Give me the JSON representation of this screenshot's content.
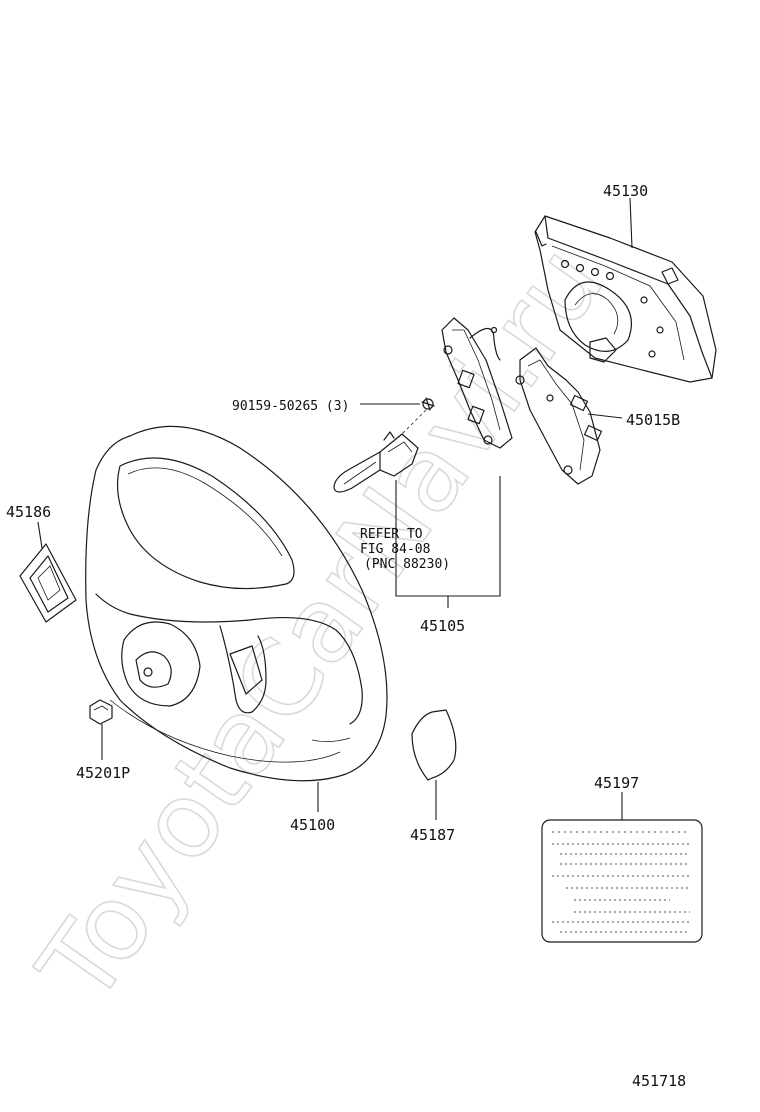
{
  "watermark": "ToyotaCarNavi.ru",
  "parts": {
    "p45130": "45130",
    "p45015B": "45015B",
    "bolt": "90159-50265 (3)",
    "refer_line1": "REFER TO",
    "refer_line2": "FIG 84-08",
    "refer_line3": "(PNC 88230)",
    "p45105": "45105",
    "p45186": "45186",
    "p45201P": "45201P",
    "p45100": "45100",
    "p45187": "45187",
    "p45197": "45197"
  },
  "figure_number": "451718"
}
